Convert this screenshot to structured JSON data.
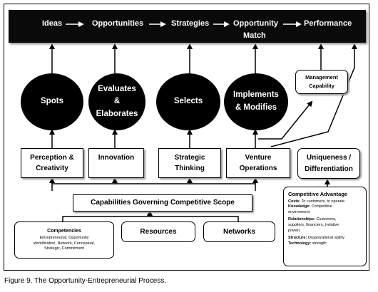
{
  "flow": {
    "ideas": "Ideas",
    "opportunities": "Opportunities",
    "strategies": "Strategies",
    "opportunity_match_line1": "Opportunity",
    "opportunity_match_line2": "Match",
    "performance": "Performance"
  },
  "circles": {
    "spots": "Spots",
    "evaluates_1": "Evaluates",
    "evaluates_2": "&",
    "evaluates_3": "Elaborates",
    "selects": "Selects",
    "implements_1": "Implements",
    "implements_2": "& Modifies"
  },
  "management": {
    "line1": "Management",
    "line2": "Capability"
  },
  "capability_boxes": {
    "perception_1": "Perception &",
    "perception_2": "Creativity",
    "innovation": "Innovation",
    "strategic_1": "Strategic",
    "strategic_2": "Thinking",
    "venture_1": "Venture",
    "venture_2": "Operations",
    "uniqueness_1": "Uniqueness /",
    "uniqueness_2": "Differentiation"
  },
  "scope": "Capabilities Governing Competitive Scope",
  "competencies": {
    "title": "Competencies",
    "line1": "Entrepreneurial, Opportunity",
    "line2": "identification, Network, Conceptual,",
    "line3": "Strategic, Commitment"
  },
  "resources": "Resources",
  "networks": "Networks",
  "advantage": {
    "title": "Competitive Advantage",
    "costs_k": "Costs:",
    "costs_v": " To customers, to operate",
    "knowledge_k": "Knowledge:",
    "knowledge_v": " Competitive",
    "knowledge_v2": "environment",
    "relationships_k": "Relationships:",
    "relationships_v": " Customers,",
    "relationships_v2": "suppliers, financiers, (relative",
    "relationships_v3": "power)",
    "structure_k": "Structure:",
    "structure_v": " Organizational ability",
    "technology_k": "Technology:",
    "technology_v": " strength"
  },
  "caption": "Figure 9. The Opportunity-Entrepreneurial Process."
}
